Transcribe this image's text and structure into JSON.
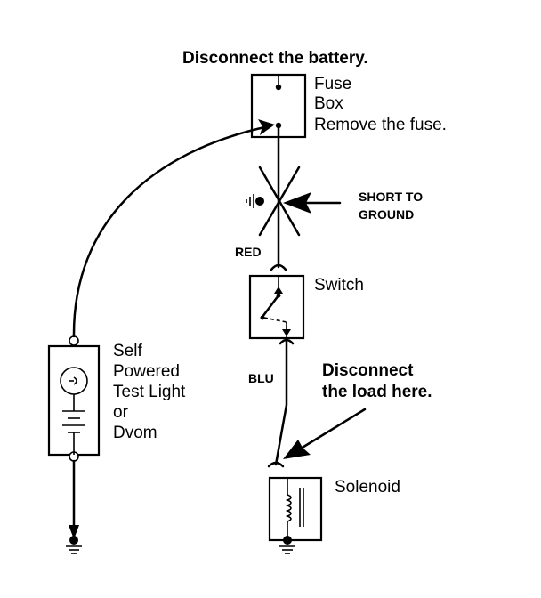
{
  "instruction_top": "Disconnect the battery.",
  "fuse_box": {
    "line1": "Fuse",
    "line2": "Box",
    "line3": "Remove the fuse."
  },
  "short_to_ground": {
    "line1": "SHORT TO",
    "line2": "GROUND"
  },
  "wire_red": "RED",
  "wire_blu": "BLU",
  "switch_label": "Switch",
  "tester": {
    "line1": "Self",
    "line2": "Powered",
    "line3": "Test Light",
    "line4": "or",
    "line5": "Dvom"
  },
  "load_note": {
    "line1": "Disconnect",
    "line2": "the load here."
  },
  "solenoid_label": "Solenoid"
}
